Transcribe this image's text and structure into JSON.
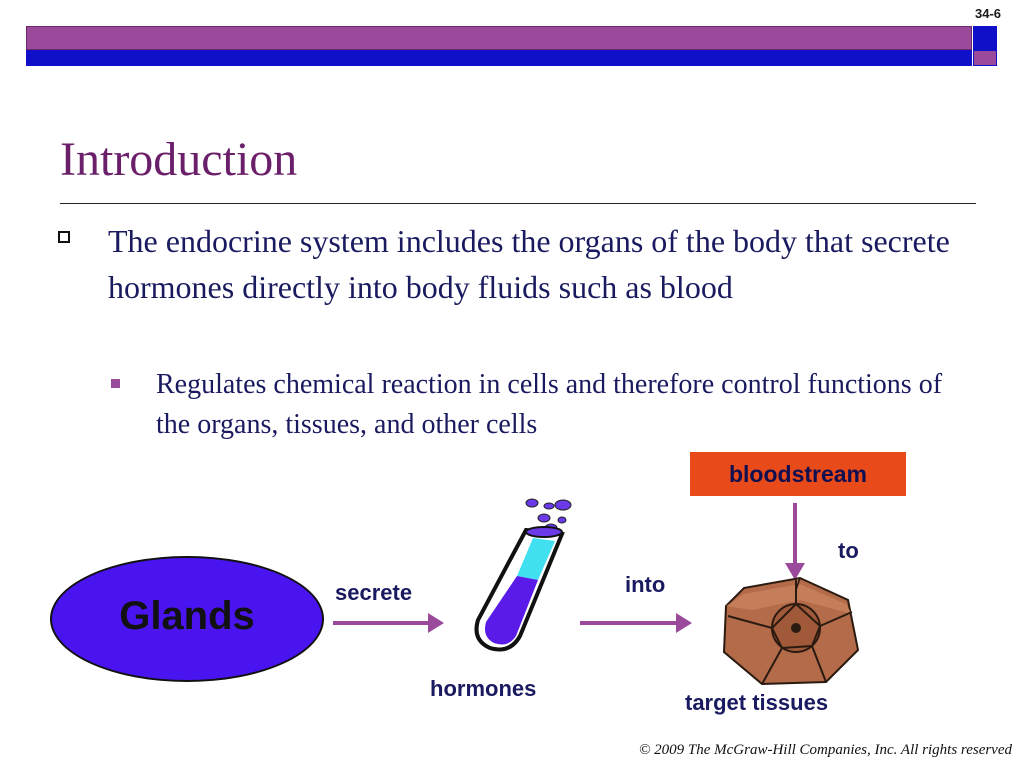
{
  "slide_number": "34-6",
  "title": "Introduction",
  "bullets": [
    {
      "text": "The endocrine system includes the organs of the body that secrete hormones directly into body fluids such as blood",
      "sub": [
        "Regulates chemical reaction in cells and therefore control functions of the organs, tissues, and other cells"
      ]
    }
  ],
  "diagram": {
    "glands": "Glands",
    "secrete": "secrete",
    "hormones": "hormones",
    "into": "into",
    "bloodstream": "bloodstream",
    "to": "to",
    "target_tissues": "target tissues"
  },
  "colors": {
    "header_purple": "#9b4a9b",
    "header_blue": "#1010c8",
    "title": "#6b1f6b",
    "glands_fill": "#4a14f0",
    "bloodstream_box": "#e84a1a",
    "arrow": "#9b4a9b"
  },
  "copyright": "© 2009 The McGraw-Hill Companies, Inc. All rights reserved"
}
